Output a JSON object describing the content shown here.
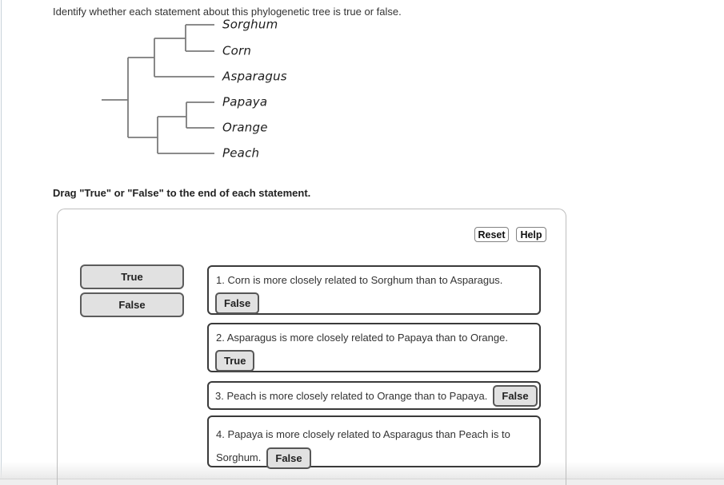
{
  "page": {
    "instruction": "Identify whether each statement about this phylogenetic tree is true or false.",
    "drag_instruction": "Drag \"True\" or \"False\" to the end of each statement."
  },
  "tree": {
    "taxa": [
      "Sorghum",
      "Corn",
      "Asparagus",
      "Papaya",
      "Orange",
      "Peach"
    ],
    "topology": "((( Sorghum , Corn ), Asparagus ),(( Papaya , Orange ), Peach ))"
  },
  "panel": {
    "buttons": {
      "reset": "Reset",
      "help": "Help"
    },
    "source_chips": {
      "true_label": "True",
      "false_label": "False"
    },
    "statements": [
      {
        "text": "1. Corn is more closely related to Sorghum than to Asparagus.",
        "answer": "False",
        "answer_placement": "below"
      },
      {
        "text": "2. Asparagus is more closely related to Papaya than to Orange.",
        "answer": "True",
        "answer_placement": "below"
      },
      {
        "text": "3. Peach is more closely related to Orange than to Papaya.",
        "answer": "False",
        "answer_placement": "inline"
      },
      {
        "text": "4. Papaya is more closely related to Asparagus than Peach is to Sorghum.",
        "answer": "False",
        "answer_placement": "inline"
      }
    ]
  },
  "colors": {
    "tree_line": "#7b7b7b",
    "chip_bg": "#e1e1e1",
    "chip_border": "#565656",
    "statement_border": "#3a3a3a",
    "panel_border": "#bdbdbd"
  }
}
